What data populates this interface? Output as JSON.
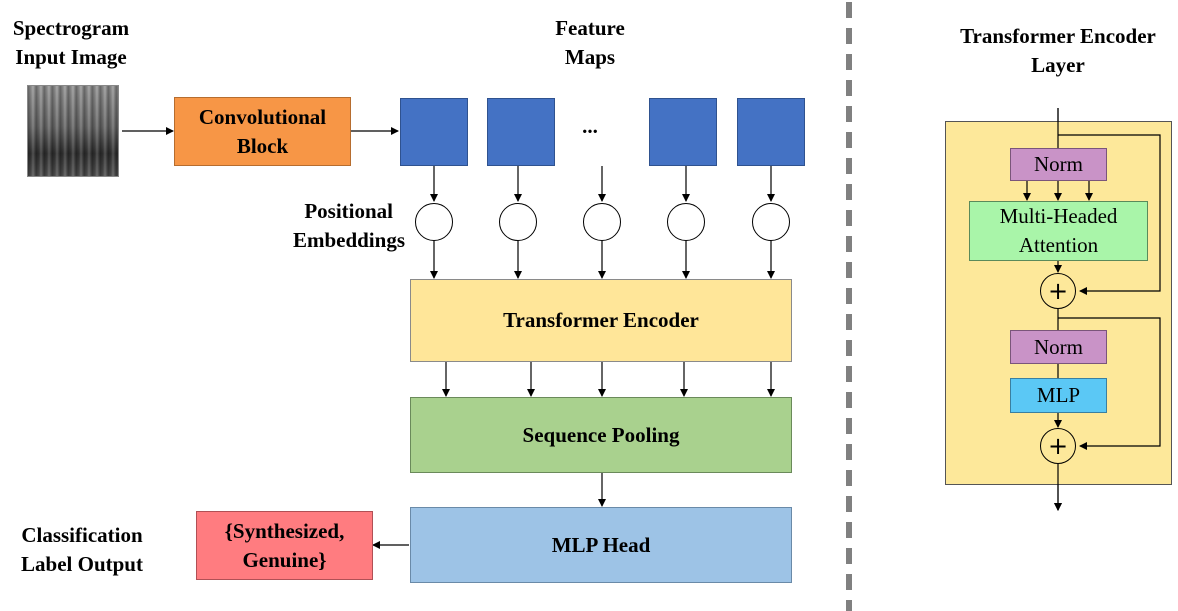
{
  "labels": {
    "input_image": [
      "Spectrogram",
      "Input Image"
    ],
    "feature_maps": [
      "Feature",
      "Maps"
    ],
    "positional_embeddings": [
      "Positional",
      "Embeddings"
    ],
    "classification_output": [
      "Classification",
      "Label Output"
    ],
    "encoder_layer_title": [
      "Transformer Encoder",
      "Layer"
    ],
    "ellipsis": "..."
  },
  "blocks": {
    "conv_block": [
      "Convolutional",
      "Block"
    ],
    "transformer_encoder": "Transformer Encoder",
    "sequence_pooling": "Sequence Pooling",
    "mlp_head": "MLP Head",
    "output": [
      "{Synthesized,",
      "Genuine}"
    ]
  },
  "encoder_layer": {
    "norm_1": "Norm",
    "attention": [
      "Multi-Headed",
      "Attention"
    ],
    "add_1": "+",
    "norm_2": "Norm",
    "mlp": "MLP",
    "add_2": "+"
  },
  "colors": {
    "conv_block": "#f79646",
    "feature_map": "#4472c4",
    "transformer_encoder": "#ffe699",
    "sequence_pooling": "#a9d18e",
    "mlp_head": "#9dc3e6",
    "output": "#ff7c80",
    "encoder_layer_bg": "#fde89a",
    "norm": "#c993c7",
    "attention": "#a9f5a9",
    "mlp": "#5bc8f5",
    "divider": "#808080"
  }
}
